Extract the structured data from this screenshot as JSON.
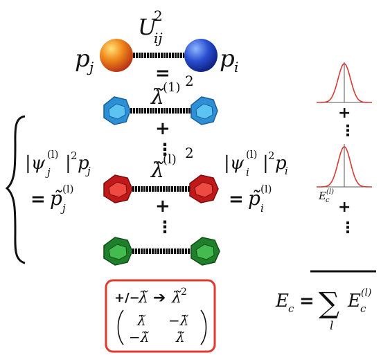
{
  "top": {
    "coupling": "U",
    "coupling_sup": "2",
    "coupling_sub": "ij",
    "left_node": "p",
    "left_node_sub": "j",
    "right_node": "p",
    "right_node_sub": "i",
    "equals": "="
  },
  "terms": [
    {
      "lambda": "λ̃",
      "sup": "(1)",
      "power": "2",
      "color": "#35a9e6"
    },
    {
      "lambda": "λ̃",
      "sup": "(l)",
      "power": "2",
      "color": "#e0302d"
    },
    {
      "lambda": "",
      "sup": "",
      "power": "",
      "color": "#2ea33b"
    }
  ],
  "plus": "+",
  "dots": "⋮",
  "left_eq": {
    "psi": "|ψ",
    "psi_sub": "j",
    "psi_sup": "(l)",
    "tail": "|",
    "tail_sup": "2",
    "p": "p",
    "p_sub": "j",
    "rhs_eq": "=",
    "rhs": "p̃",
    "rhs_sub": "j",
    "rhs_sup": "(l)"
  },
  "right_eq": {
    "psi": "|ψ",
    "psi_sub": "i",
    "psi_sup": "(l)",
    "tail": "|",
    "tail_sup": "2",
    "p": "p",
    "p_sub": "i",
    "rhs_eq": "=",
    "rhs": "p̃",
    "rhs_sub": "i",
    "rhs_sup": "(l)"
  },
  "gaussian_label": {
    "E": "E",
    "sub": "c",
    "sup": "(l)"
  },
  "sum": {
    "lhs": "E",
    "lhs_sub": "c",
    "eq": "=",
    "sigma": "∑",
    "index": "l",
    "term": "E",
    "term_sub": "c",
    "term_sup": "(l)"
  },
  "box": {
    "header": "+/−",
    "lambda": "λ̃",
    "arrow": "➔",
    "lambda2": "λ̃",
    "lambda2_sup": "2",
    "m11": "λ̃",
    "m12": "−λ̃",
    "m21": "−λ̃",
    "m22": "λ̃",
    "border_color": "#e03a2e"
  },
  "colors": {
    "curve": "#d63a32",
    "bond": "#111111"
  }
}
